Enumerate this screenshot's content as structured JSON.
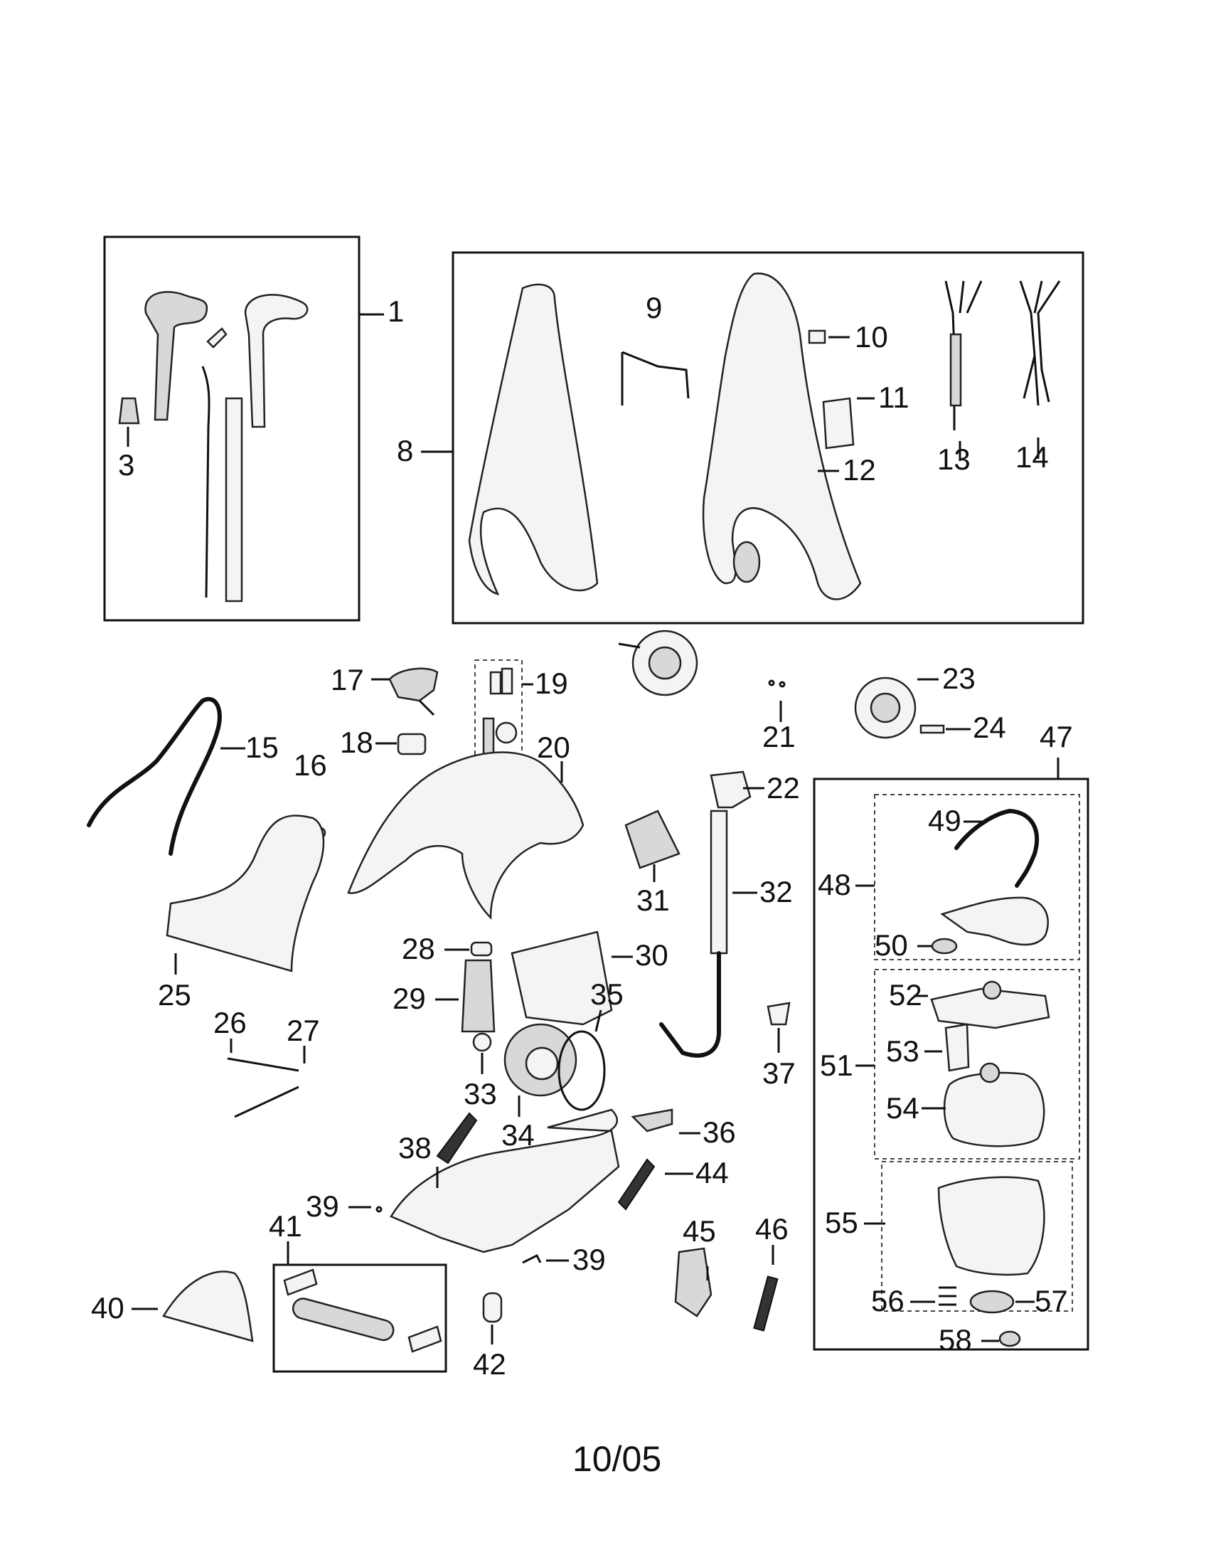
{
  "labels": {
    "p1": "1",
    "p3": "3",
    "p8": "8",
    "p9": "9",
    "p10": "10",
    "p11": "11",
    "p12": "12",
    "p13": "13",
    "p14": "14",
    "p15": "15",
    "p16": "16",
    "p17": "17",
    "p18": "18",
    "p19": "19",
    "p20": "20",
    "p21": "21",
    "p22": "22",
    "p23": "23",
    "p24": "24",
    "p25": "25",
    "p26": "26",
    "p27": "27",
    "p28": "28",
    "p29": "29",
    "p30": "30",
    "p31": "31",
    "p32": "32",
    "p33": "33",
    "p34": "34",
    "p35": "35",
    "p36": "36",
    "p37": "37",
    "p38": "38",
    "p39a": "39",
    "p39b": "39",
    "p40": "40",
    "p41": "41",
    "p42": "42",
    "p44": "44",
    "p45": "45",
    "p46": "46",
    "p47": "47",
    "p48": "48",
    "p49": "49",
    "p50": "50",
    "p51": "51",
    "p52": "52",
    "p53": "53",
    "p54": "54",
    "p55": "55",
    "p56": "56",
    "p57": "57",
    "p58": "58"
  },
  "footer": {
    "date": "10/05"
  }
}
